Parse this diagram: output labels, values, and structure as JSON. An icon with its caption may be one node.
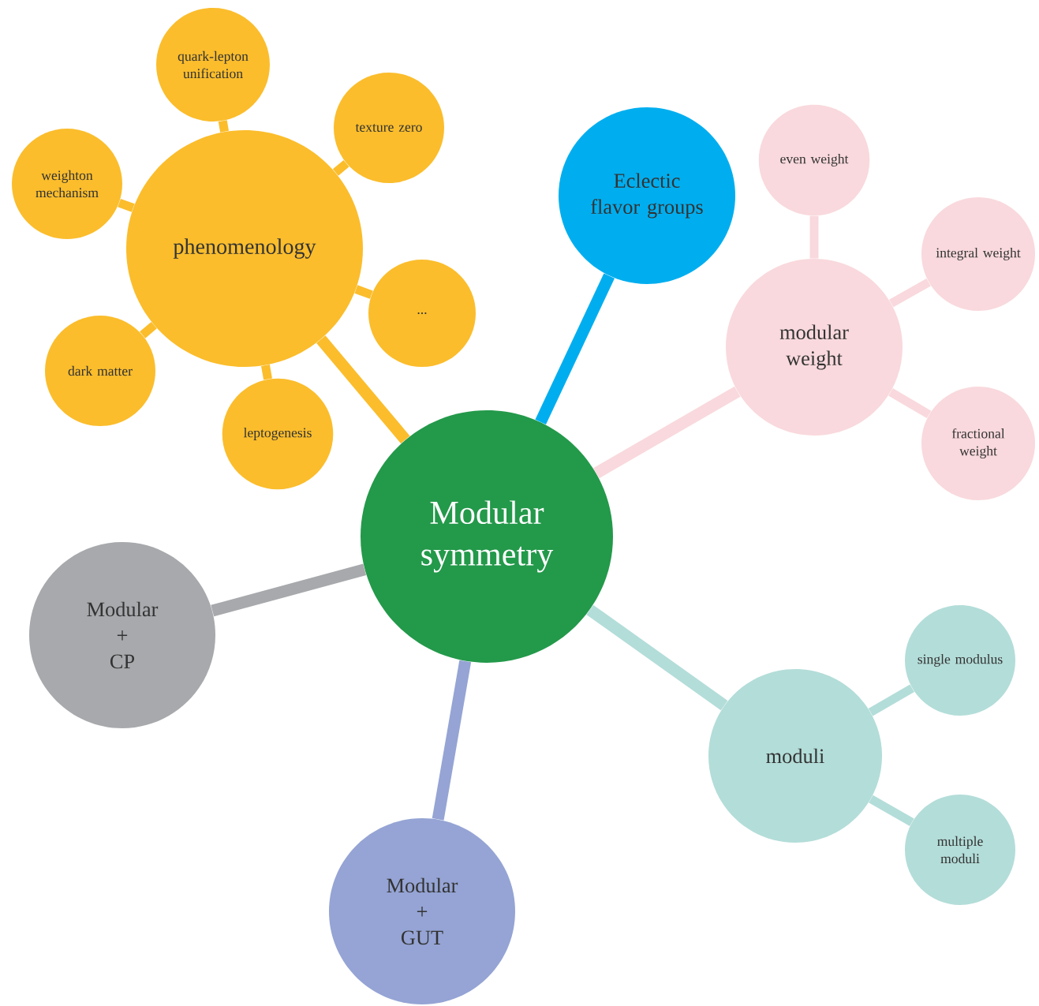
{
  "diagram": {
    "nodes": [
      {
        "text": [
          "Modular symmetry"
        ]
      },
      {
        "text": [
          "phenomenology"
        ]
      },
      {
        "text": [
          "quark-lepton unification"
        ]
      },
      {
        "text": [
          "texture zero"
        ]
      },
      {
        "text": [
          "weighton mechanism"
        ]
      },
      {
        "text": [
          "..."
        ]
      },
      {
        "text": [
          "dark matter"
        ]
      },
      {
        "text": [
          "leptogenesis"
        ]
      },
      {
        "text": [
          "Eclectic flavor groups"
        ]
      },
      {
        "text": [
          "modular weight"
        ]
      },
      {
        "text": [
          "even weight"
        ]
      },
      {
        "text": [
          "integral weight"
        ]
      },
      {
        "text": [
          "fractional weight"
        ]
      },
      {
        "text": [
          "Modular",
          "+",
          "CP"
        ]
      },
      {
        "text": [
          "moduli"
        ]
      },
      {
        "text": [
          "single modulus"
        ]
      },
      {
        "text": [
          "multiple moduli"
        ]
      },
      {
        "text": [
          "Modular",
          "+",
          "GUT"
        ]
      }
    ],
    "edges": [
      {
        "from": 0,
        "to": 1,
        "arrow": "none"
      },
      {
        "from": 0,
        "to": 8,
        "arrow": "none",
        "color": "#00aeef"
      },
      {
        "from": 0,
        "to": 9,
        "arrow": "none",
        "color": "#f9d9dd"
      },
      {
        "from": 0,
        "to": 13,
        "arrow": "none",
        "color": "#a7a9ac"
      },
      {
        "from": 0,
        "to": 14,
        "arrow": "none",
        "color": "#b3ddd9"
      },
      {
        "from": 0,
        "to": 17,
        "arrow": "none",
        "color": "#95a4d4"
      },
      {
        "from": 1,
        "to": 2,
        "arrow": "none"
      },
      {
        "from": 1,
        "to": 3,
        "arrow": "none"
      },
      {
        "from": 1,
        "to": 4,
        "arrow": "none"
      },
      {
        "from": 1,
        "to": 5,
        "arrow": "none"
      },
      {
        "from": 1,
        "to": 6,
        "arrow": "none"
      },
      {
        "from": 1,
        "to": 7,
        "arrow": "none"
      },
      {
        "from": 9,
        "to": 10,
        "arrow": "none",
        "color": "#f9d9dd"
      },
      {
        "from": 9,
        "to": 11,
        "arrow": "none",
        "color": "#f9d9dd"
      },
      {
        "from": 9,
        "to": 12,
        "arrow": "none",
        "color": "#f9d9dd"
      },
      {
        "from": 14,
        "to": 15,
        "arrow": "none",
        "color": "#b3ddd9"
      },
      {
        "from": 14,
        "to": 16,
        "arrow": "none",
        "color": "#b3ddd9"
      }
    ]
  }
}
